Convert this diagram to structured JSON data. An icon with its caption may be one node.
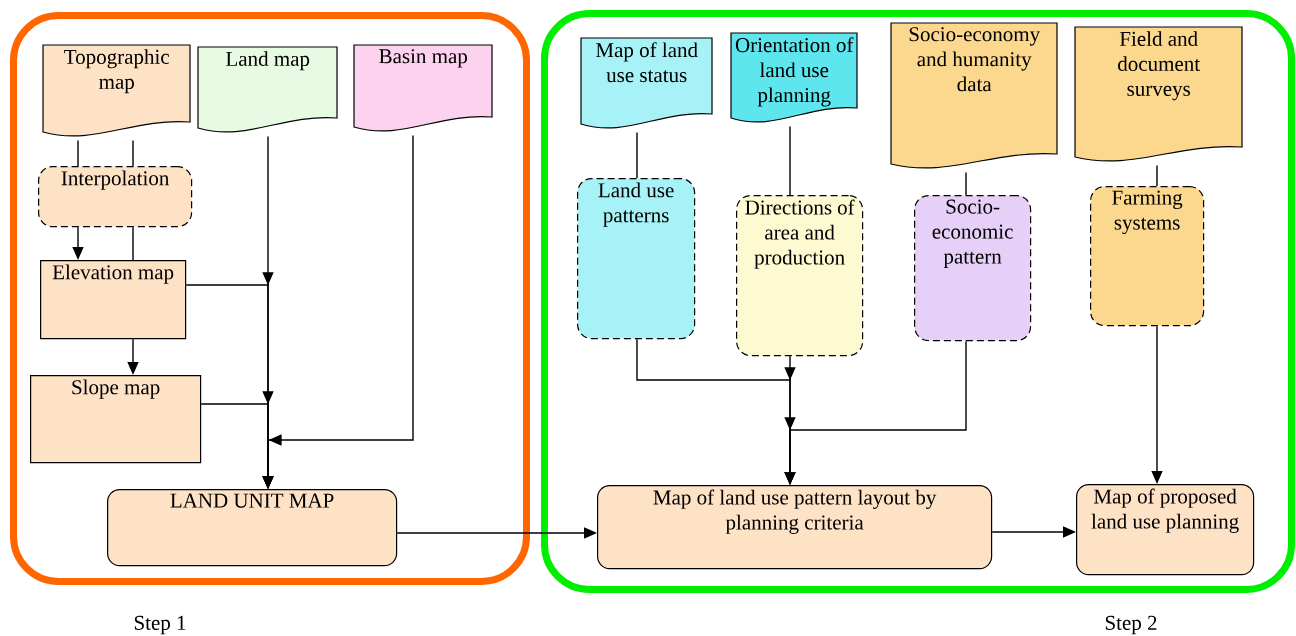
{
  "diagram": {
    "nodes": [
      {
        "text": [
          "Step 1"
        ]
      },
      {
        "text": [
          "Topographic map"
        ],
        "in": 0
      },
      {
        "text": [
          "Land map"
        ],
        "in": 0
      },
      {
        "text": [
          "Basin map"
        ],
        "in": 0
      },
      {
        "text": [
          "Interpolation"
        ],
        "in": 0
      },
      {
        "text": [
          "Elevation map"
        ],
        "in": 0
      },
      {
        "text": [
          "Slope map"
        ],
        "in": 0
      },
      {
        "text": [
          "LAND UNIT MAP"
        ],
        "in": 0
      },
      {
        "text": [
          "Step 2"
        ]
      },
      {
        "text": [
          "Map of land use status"
        ],
        "in": 8
      },
      {
        "text": [
          "Orientation of land use planning"
        ],
        "in": 8
      },
      {
        "text": [
          "Socio-economy and humanity data"
        ],
        "in": 8
      },
      {
        "text": [
          "Field and document surveys"
        ],
        "in": 8
      },
      {
        "text": [
          "Land use patterns"
        ],
        "in": 8
      },
      {
        "text": [
          "Directions of area and production"
        ],
        "in": 8
      },
      {
        "text": [
          "Socio-economic pattern"
        ],
        "in": 8
      },
      {
        "text": [
          "Farming systems"
        ],
        "in": 8
      },
      {
        "text": [
          "Map of land use pattern layout by planning criteria"
        ],
        "in": 8
      },
      {
        "text": [
          "Map of proposed land use planning"
        ],
        "in": 8
      }
    ],
    "edges": [
      {
        "from": 1,
        "to": 4,
        "arrow": "none"
      },
      {
        "from": 1,
        "to": 4,
        "arrow": "none"
      },
      {
        "from": 4,
        "to": 5,
        "arrow": "to"
      },
      {
        "from": 4,
        "to": 5,
        "arrow": "none"
      },
      {
        "from": 2,
        "to": 7,
        "arrow": "to"
      },
      {
        "from": 5,
        "to": 7,
        "arrow": "to"
      },
      {
        "from": 6,
        "to": 7,
        "arrow": "to"
      },
      {
        "from": 3,
        "to": 7,
        "arrow": "to"
      },
      {
        "from": 7,
        "to": 17,
        "arrow": "to"
      },
      {
        "from": 9,
        "to": 13,
        "arrow": "none"
      },
      {
        "from": 10,
        "to": 14,
        "arrow": "none"
      },
      {
        "from": 11,
        "to": 15,
        "arrow": "none"
      },
      {
        "from": 12,
        "to": 16,
        "arrow": "none"
      },
      {
        "from": 13,
        "to": 17,
        "arrow": "to"
      },
      {
        "from": 14,
        "to": 17,
        "arrow": "to"
      },
      {
        "from": 15,
        "to": 17,
        "arrow": "to"
      },
      {
        "from": 16,
        "to": 18,
        "arrow": "to"
      },
      {
        "from": 17,
        "to": 18,
        "arrow": "to"
      },
      {
        "from": 5,
        "to": 6,
        "arrow": "to"
      }
    ]
  }
}
